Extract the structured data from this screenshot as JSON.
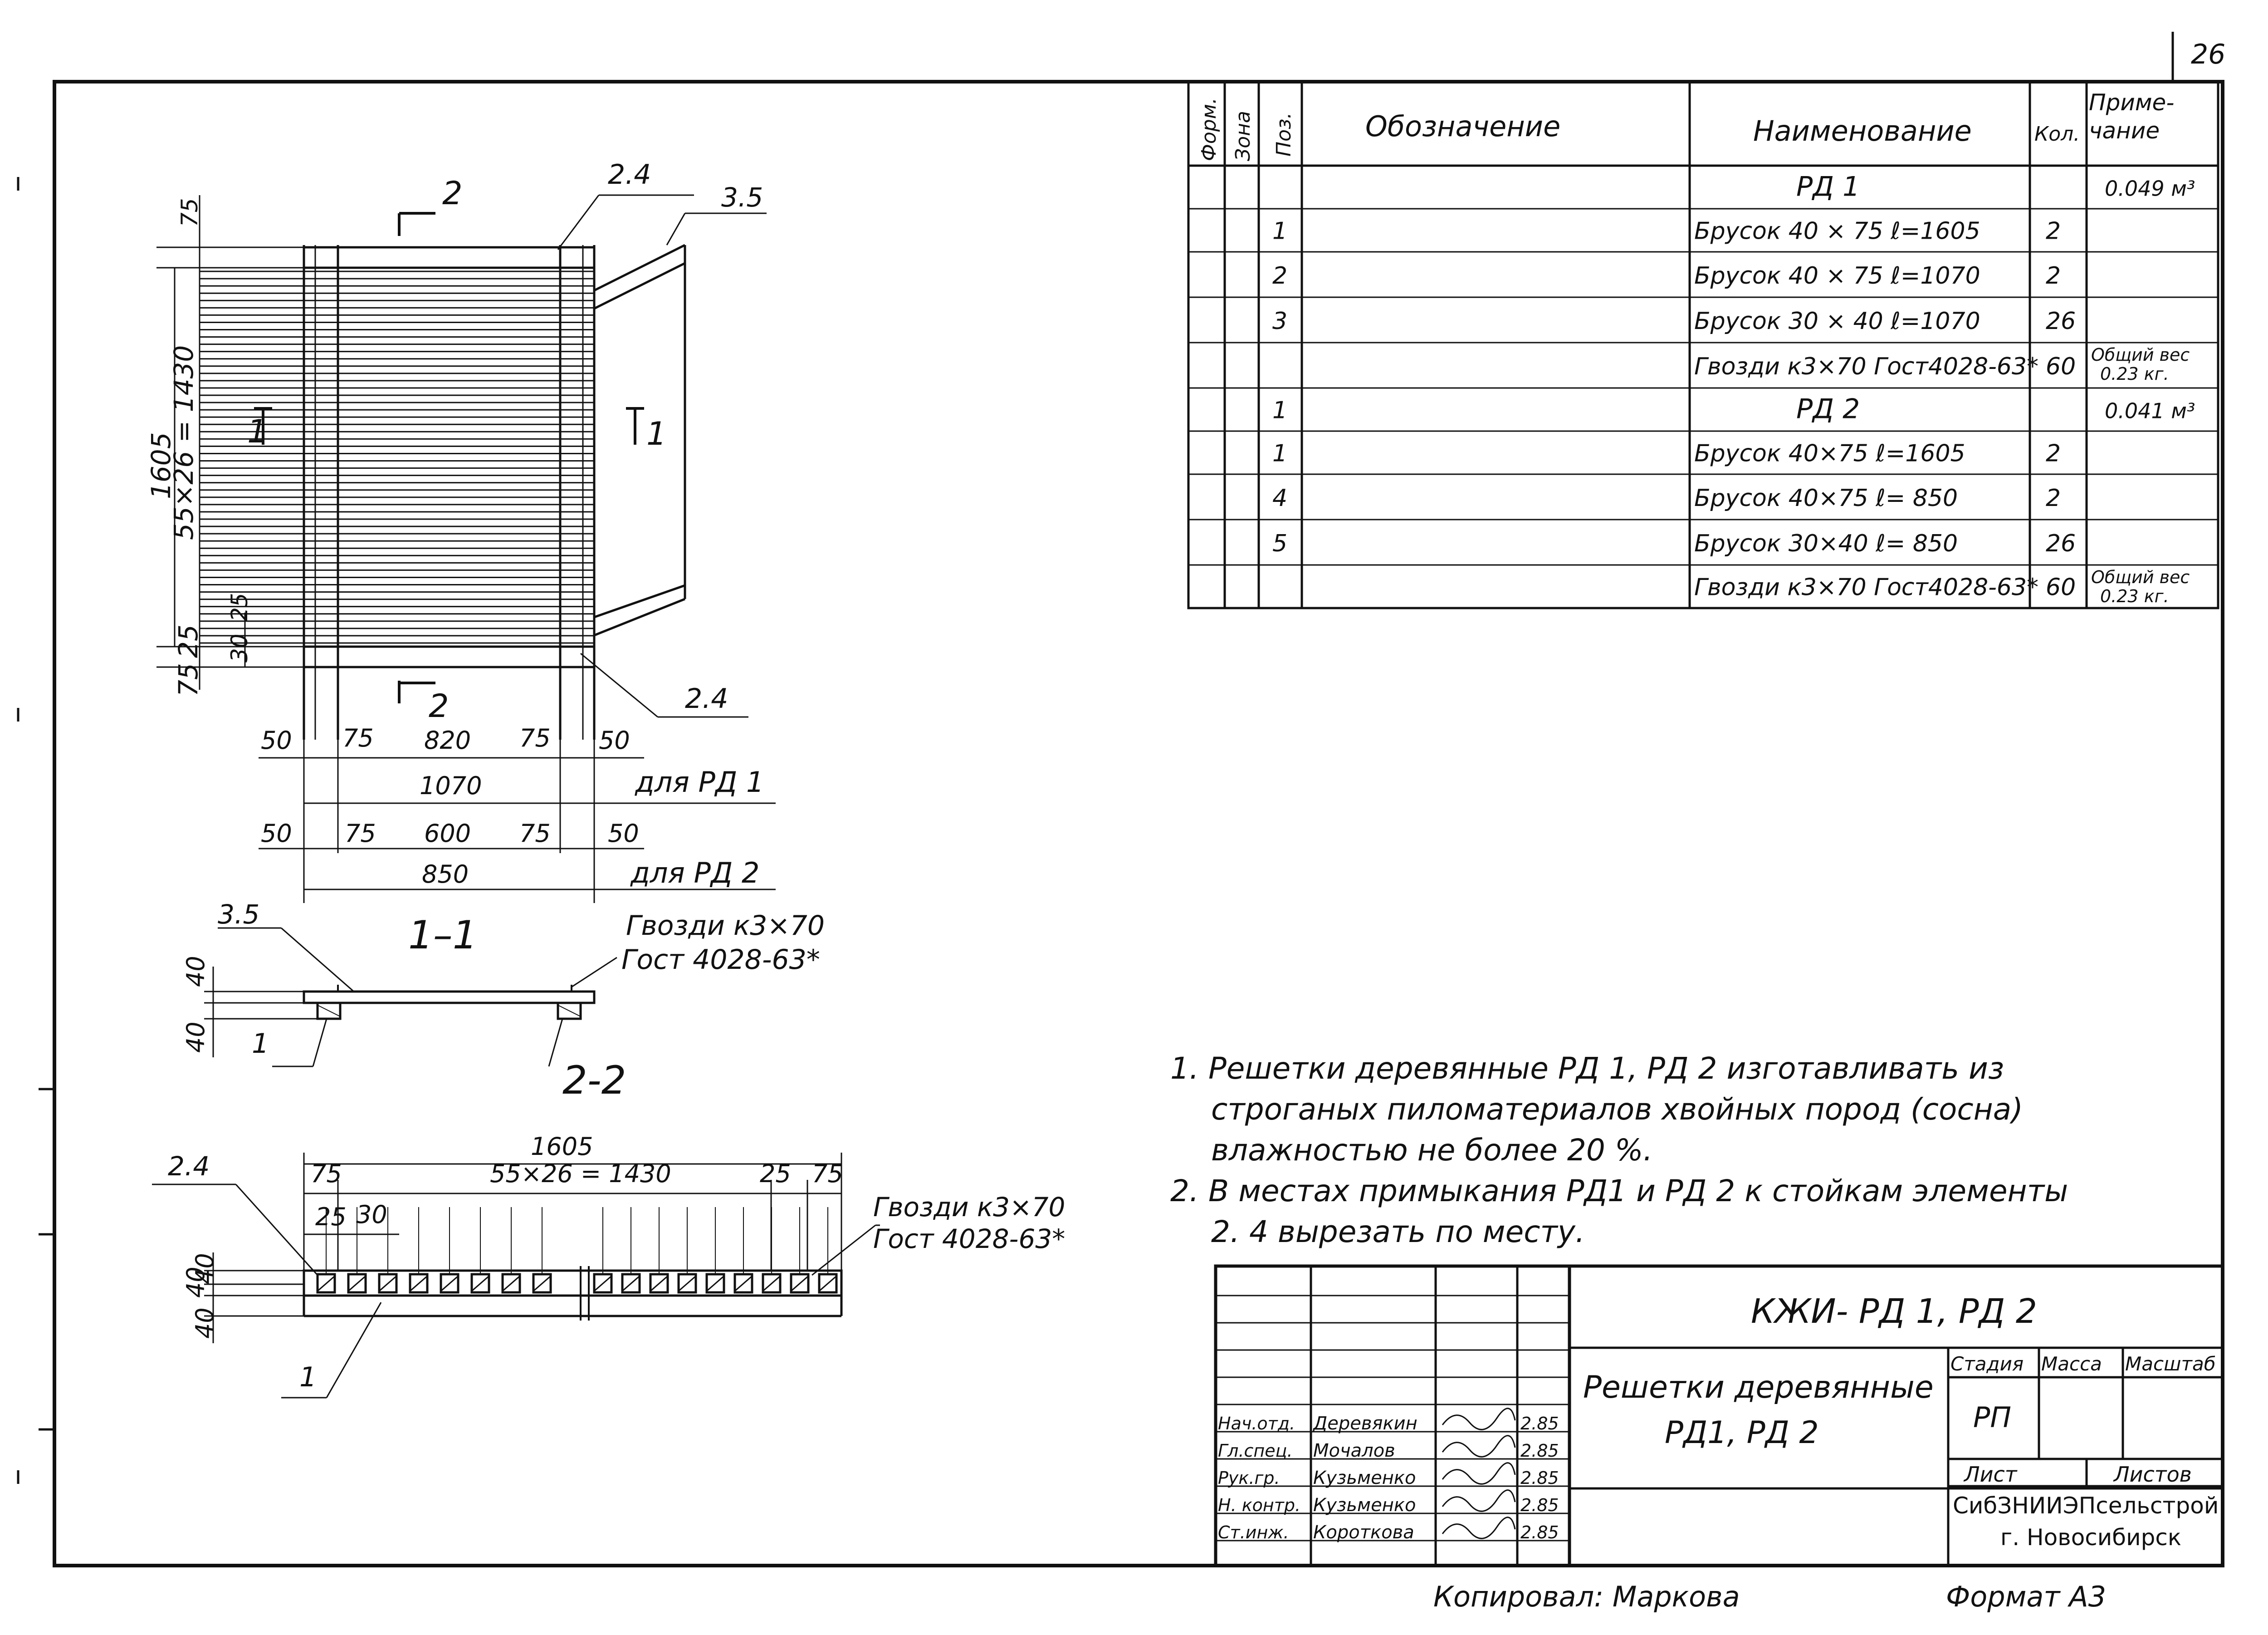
{
  "sheet_number": "26",
  "spec_table": {
    "headers": {
      "format": "Форм.",
      "zone": "Зона",
      "pos": "Поз.",
      "designation": "Обозначение",
      "name": "Наименование",
      "qty": "Кол.",
      "note": "Приме- чание"
    },
    "rows": [
      {
        "pos": "",
        "name": "РД 1",
        "qty": "",
        "note": "0.049 м³"
      },
      {
        "pos": "1",
        "name": "Брусок  40 × 75  ℓ=1605",
        "qty": "2",
        "note": ""
      },
      {
        "pos": "2",
        "name": "Брусок  40 × 75  ℓ=1070",
        "qty": "2",
        "note": ""
      },
      {
        "pos": "3",
        "name": "Брусок  30 × 40  ℓ=1070",
        "qty": "26",
        "note": ""
      },
      {
        "pos": "",
        "name": "Гвозди  к3×70 Гост4028-63*",
        "qty": "60",
        "note": "Общий вес 0.23 кг."
      },
      {
        "pos": "1",
        "name": "РД 2",
        "qty": "",
        "note": "0.041 м³"
      },
      {
        "pos": "1",
        "name": "Брусок 40×75  ℓ=1605",
        "qty": "2",
        "note": ""
      },
      {
        "pos": "4",
        "name": "Брусок 40×75  ℓ= 850",
        "qty": "2",
        "note": ""
      },
      {
        "pos": "5",
        "name": "Брусок 30×40  ℓ= 850",
        "qty": "26",
        "note": ""
      },
      {
        "pos": "",
        "name": "Гвозди  к3×70 Гост4028-63*",
        "qty": "60",
        "note": "Общий вес 0.23 кг."
      }
    ]
  },
  "plan_view": {
    "callout_top": "2.4",
    "callout_ladder": "3.5",
    "callout_bottom": "2.4",
    "section_2_top": "2",
    "section_2_bottom": "2",
    "section_1_left": "1",
    "section_1_right": "1",
    "dim_overall": "1605",
    "dim_slats": "55×26 = 1430",
    "dim_top_75": "75",
    "dim_bot_75": "75",
    "dim_25_a": "25",
    "dim_25_b": "25",
    "dim_30": "30",
    "row1": [
      "50",
      "75",
      "820",
      "75",
      "50"
    ],
    "total1": "1070",
    "label1": "для РД 1",
    "row2": [
      "50",
      "75",
      "600",
      "75",
      "50"
    ],
    "total2": "850",
    "label2": "для РД 2"
  },
  "section_1_1": {
    "title": "1–1",
    "callout_35": "3.5",
    "nails": "Гвозди к3×70",
    "gost": "Гост 4028-63*",
    "dim_40_a": "40",
    "dim_40_b": "40",
    "pos": "1"
  },
  "section_2_2": {
    "title": "2-2",
    "dim_overall": "1605",
    "dim_75_left": "75",
    "dim_slats": "55×26 = 1430",
    "dim_25_right": "25",
    "dim_75_right": "75",
    "dim_25_left": "25",
    "dim_30": "30",
    "callout_24": "2.4",
    "nails": "Гвозди к3×70",
    "gost": "Гост 4028-63*",
    "dim_40_a": "40",
    "dim_40_b": "40",
    "dim_40_c": "40",
    "pos": "1"
  },
  "notes": [
    "1.  Решетки деревянные  РД 1, РД 2  изготавливать  из",
    "строганых пиломатериалов хвойных пород (сосна)",
    "влажностью не более  20 %.",
    "2.  В местах примыкания РД1 и РД 2 к стойкам элементы",
    "2. 4  вырезать по месту."
  ],
  "title_block": {
    "code": "КЖИ- РД 1, РД 2",
    "title_line1": "Решетки деревянные",
    "title_line2": "РД1, РД 2",
    "stage_label": "Стадия",
    "mass_label": "Масса",
    "scale_label": "Масштаб",
    "stage": "РП",
    "sheet_label": "Лист",
    "sheets_label": "Листов",
    "org_line1": "СибЗНИИЭПсельстрой",
    "org_line2": "г. Новосибирск",
    "people": [
      {
        "role": "Нач.отд.",
        "name": "Деревякин",
        "date": "2.85"
      },
      {
        "role": "Гл.спец.",
        "name": "Мочалов",
        "date": "2.85"
      },
      {
        "role": "Рук.гр.",
        "name": "Кузьменко",
        "date": "2.85"
      },
      {
        "role": "Н. контр.",
        "name": "Кузьменко",
        "date": "2.85"
      },
      {
        "role": "Ст.инж.",
        "name": "Короткова",
        "date": "2.85"
      }
    ]
  },
  "copied_by": "Копировал: Маркова",
  "format": "Формат  А3"
}
